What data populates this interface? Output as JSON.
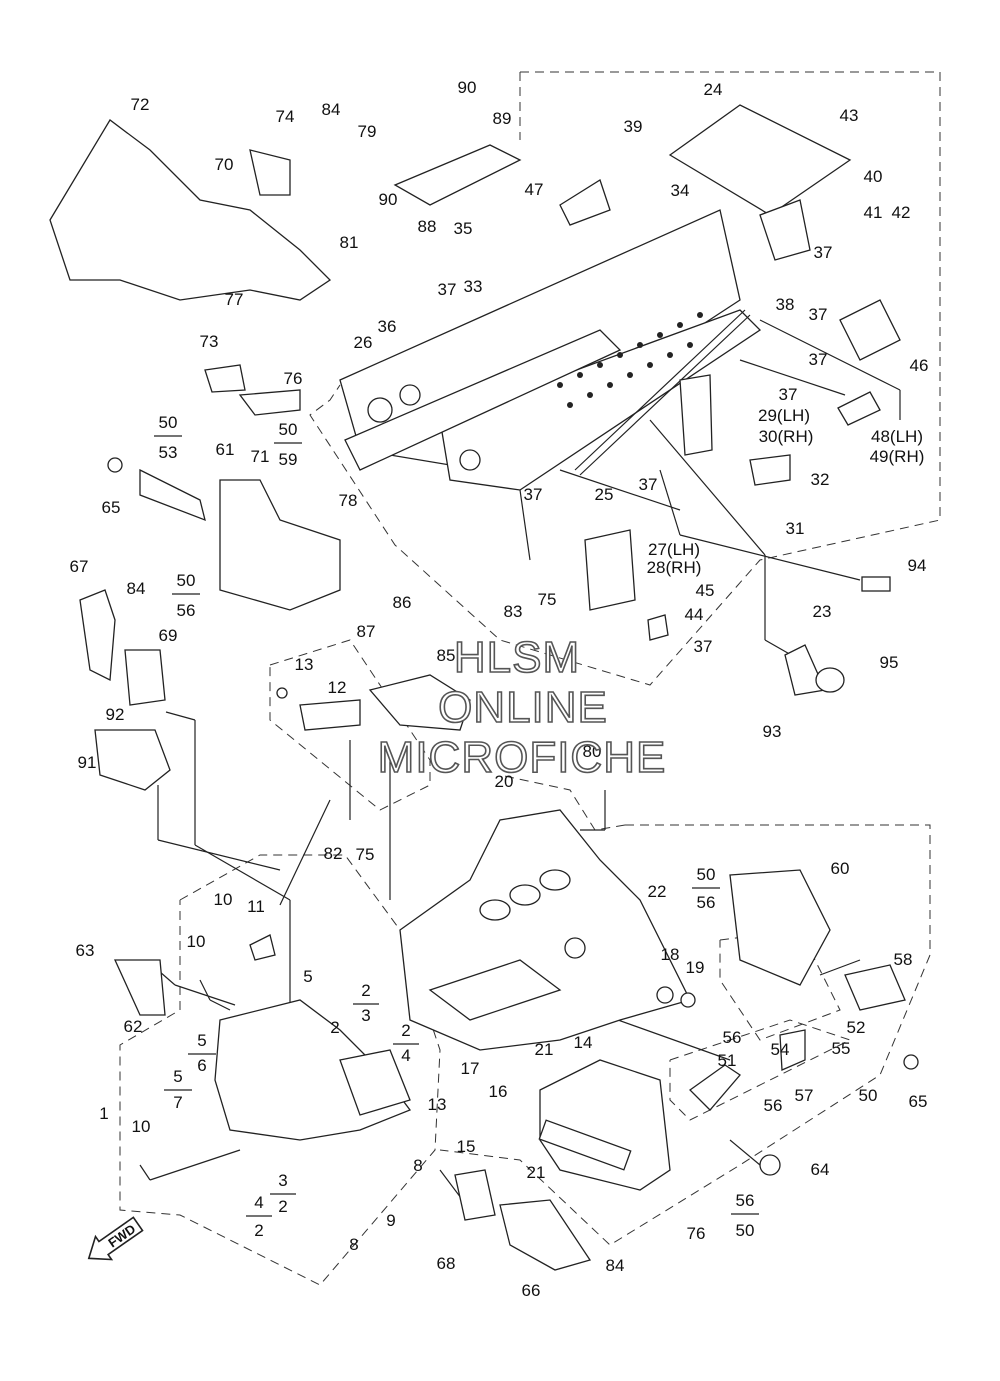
{
  "watermark": {
    "line1": "HLSM",
    "line2": "ONLINE",
    "line3": "MICROFICHE"
  },
  "direction_badge": "FWD",
  "callouts": {
    "c72": "72",
    "c74": "74",
    "c84a": "84",
    "c79": "79",
    "c90a": "90",
    "c89": "89",
    "c39": "39",
    "c24": "24",
    "c43": "43",
    "c70": "70",
    "c90b": "90",
    "c88": "88",
    "c81": "81",
    "c35": "35",
    "c47": "47",
    "c34": "34",
    "c40": "40",
    "c41": "41",
    "c42": "42",
    "c77": "77",
    "c37a": "37",
    "c33": "33",
    "c37b": "37",
    "c38": "38",
    "c37c": "37",
    "c73": "73",
    "c36": "36",
    "c26": "26",
    "c76a": "76",
    "c37d": "37",
    "c46": "46",
    "c37e": "37",
    "c29": "29(LH)",
    "c30": "30(RH)",
    "c48": "48(LH)",
    "c49": "49(RH)",
    "c50a": "50",
    "c53": "53",
    "c50b": "50",
    "c59": "59",
    "c71": "71",
    "c61": "61",
    "c78": "78",
    "c65a": "65",
    "c32": "32",
    "c37f": "37",
    "c37g": "37",
    "c25": "25",
    "c31": "31",
    "c27": "27(LH)",
    "c28": "28(RH)",
    "c94": "94",
    "c67": "67",
    "c84b": "84",
    "c50c": "50",
    "c56a": "56",
    "c69": "69",
    "c83": "83",
    "c75a": "75",
    "c45": "45",
    "c23": "23",
    "c44": "44",
    "c86": "86",
    "c87": "87",
    "c85": "85",
    "c13a": "13",
    "c12": "12",
    "c37h": "37",
    "c95": "95",
    "c93": "93",
    "c92": "92",
    "c91": "91",
    "c80": "80",
    "c20": "20",
    "c82": "82",
    "c75b": "75",
    "c50d": "50",
    "c56b": "56",
    "c60": "60",
    "c22": "22",
    "c10a": "10",
    "c11": "11",
    "c63": "63",
    "c10b": "10",
    "c18": "18",
    "c19": "19",
    "c58": "58",
    "c5a": "5",
    "c2a": "2",
    "c3a": "3",
    "c2b": "2",
    "c62": "62",
    "c4a": "4",
    "c52": "52",
    "c56c": "56",
    "c55": "55",
    "c5b": "5",
    "c6": "6",
    "c21a": "21",
    "c14": "14",
    "c51": "51",
    "c54": "54",
    "c65b": "65",
    "c5c": "5",
    "c7": "7",
    "c17": "17",
    "c16": "16",
    "c13b": "13",
    "c56d": "56",
    "c57": "57",
    "c50e": "50",
    "c1": "1",
    "c10c": "10",
    "c15": "15",
    "c8a": "8",
    "c64": "64",
    "c21b": "21",
    "c4b": "4",
    "c3b": "3",
    "c2c": "2",
    "c2d": "2",
    "c9": "9",
    "c56e": "56",
    "c50f": "50",
    "c8b": "8",
    "c76b": "76",
    "c68": "68",
    "c84c": "84",
    "c66": "66"
  }
}
